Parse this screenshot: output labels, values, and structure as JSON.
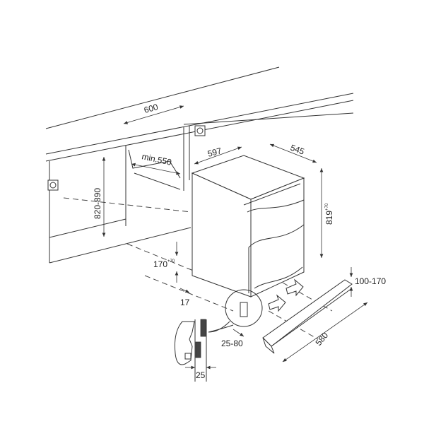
{
  "dimensions": {
    "niche_width": "600",
    "niche_min_width": "min.550",
    "appliance_width": "597",
    "appliance_depth": "545",
    "niche_height": "820-890",
    "appliance_height": "819",
    "appliance_height_tolerance": "+70",
    "plinth_height": "170",
    "plinth_height_tolerance": "+70",
    "plinth_offset": "17",
    "kickplate_height": "100-170",
    "kickplate_length": "580",
    "door_recess": "25-80",
    "detail_thickness": "25"
  },
  "icons": [
    "power-socket-icon",
    "arrow-icon"
  ],
  "colors": {
    "line": "#333333",
    "background": "#ffffff"
  }
}
